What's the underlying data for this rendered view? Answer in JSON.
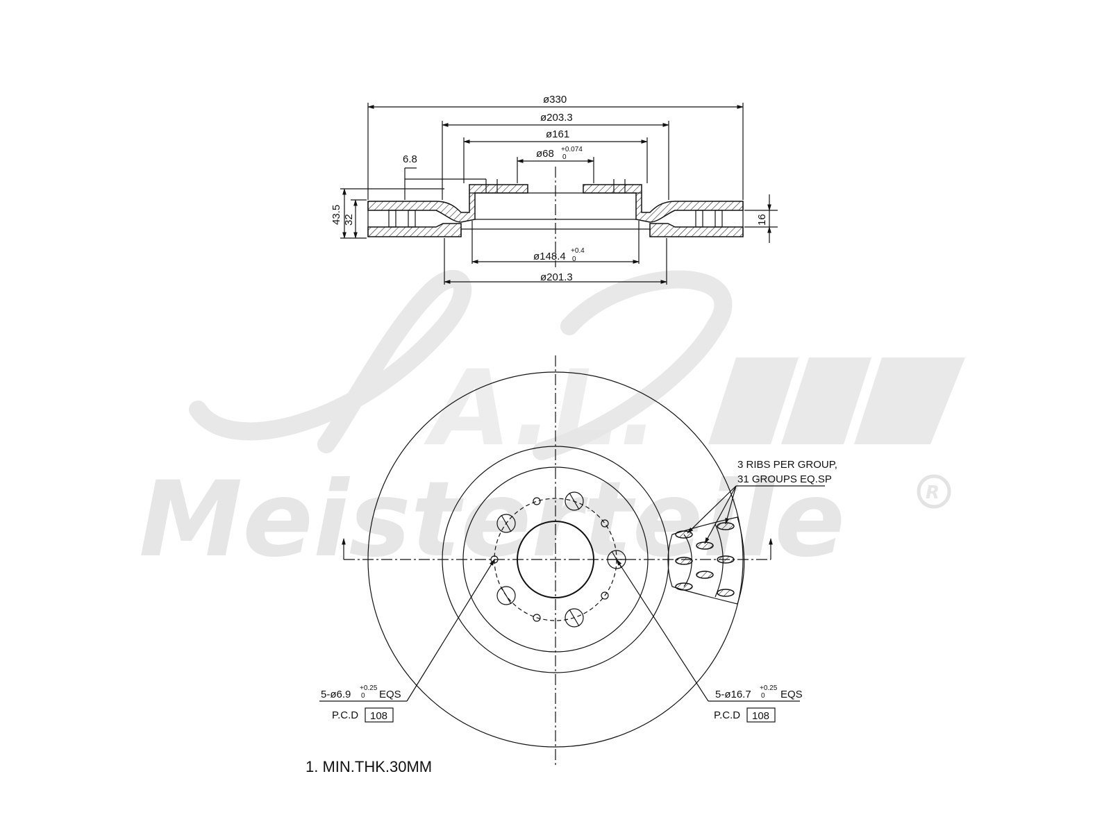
{
  "watermark": {
    "initials": "A.L.",
    "brand": "Meisterteile",
    "registered_mark": "R"
  },
  "section_view": {
    "dim_outer_diameter": "ø330",
    "dim_diameter_203": "ø203.3",
    "dim_diameter_161": "ø161",
    "dim_center_bore": "ø68",
    "dim_center_bore_tol_upper": "+0.074",
    "dim_center_bore_tol_lower": "0",
    "dim_hat_offset": "6.8",
    "dim_total_height": "43.5",
    "dim_hat_height": "32",
    "dim_friction_thickness": "16",
    "dim_inner_diameter": "ø148.4",
    "dim_inner_tol_upper": "+0.4",
    "dim_inner_tol_lower": "0",
    "dim_diameter_201": "ø201.3"
  },
  "plan_view": {
    "rib_note_line1": "3 RIBS PER GROUP,",
    "rib_note_line2": "31 GROUPS EQ.SP",
    "small_holes_spec": "5-ø6.9",
    "small_holes_tol_upper": "+0.25",
    "small_holes_tol_lower": "0",
    "small_holes_suffix": "EQS",
    "small_holes_pcd_label": "P.C.D",
    "small_holes_pcd_value": "108",
    "bolt_holes_spec": "5-ø16.7",
    "bolt_holes_tol_upper": "+0.25",
    "bolt_holes_tol_lower": "0",
    "bolt_holes_suffix": "EQS",
    "bolt_holes_pcd_label": "P.C.D",
    "bolt_holes_pcd_value": "108"
  },
  "notes": {
    "min_thickness": "1. MIN.THK.30MM"
  }
}
